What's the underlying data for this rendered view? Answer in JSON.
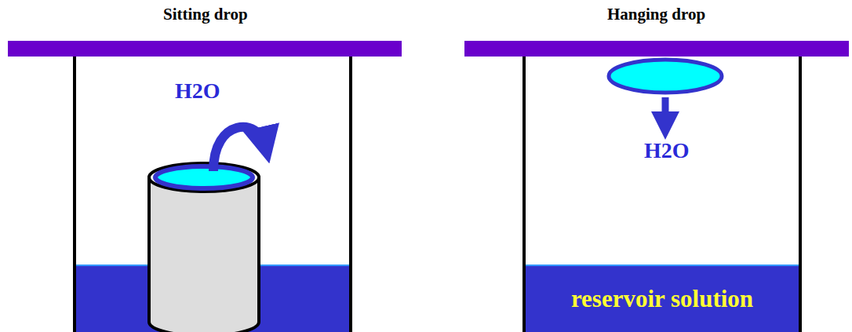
{
  "diagram": {
    "nodes": [
      {
        "text": [
          "reservoir solution"
        ]
      }
    ],
    "labels": [
      "Sitting drop",
      "Hanging drop",
      "H2O",
      "H2O"
    ]
  }
}
